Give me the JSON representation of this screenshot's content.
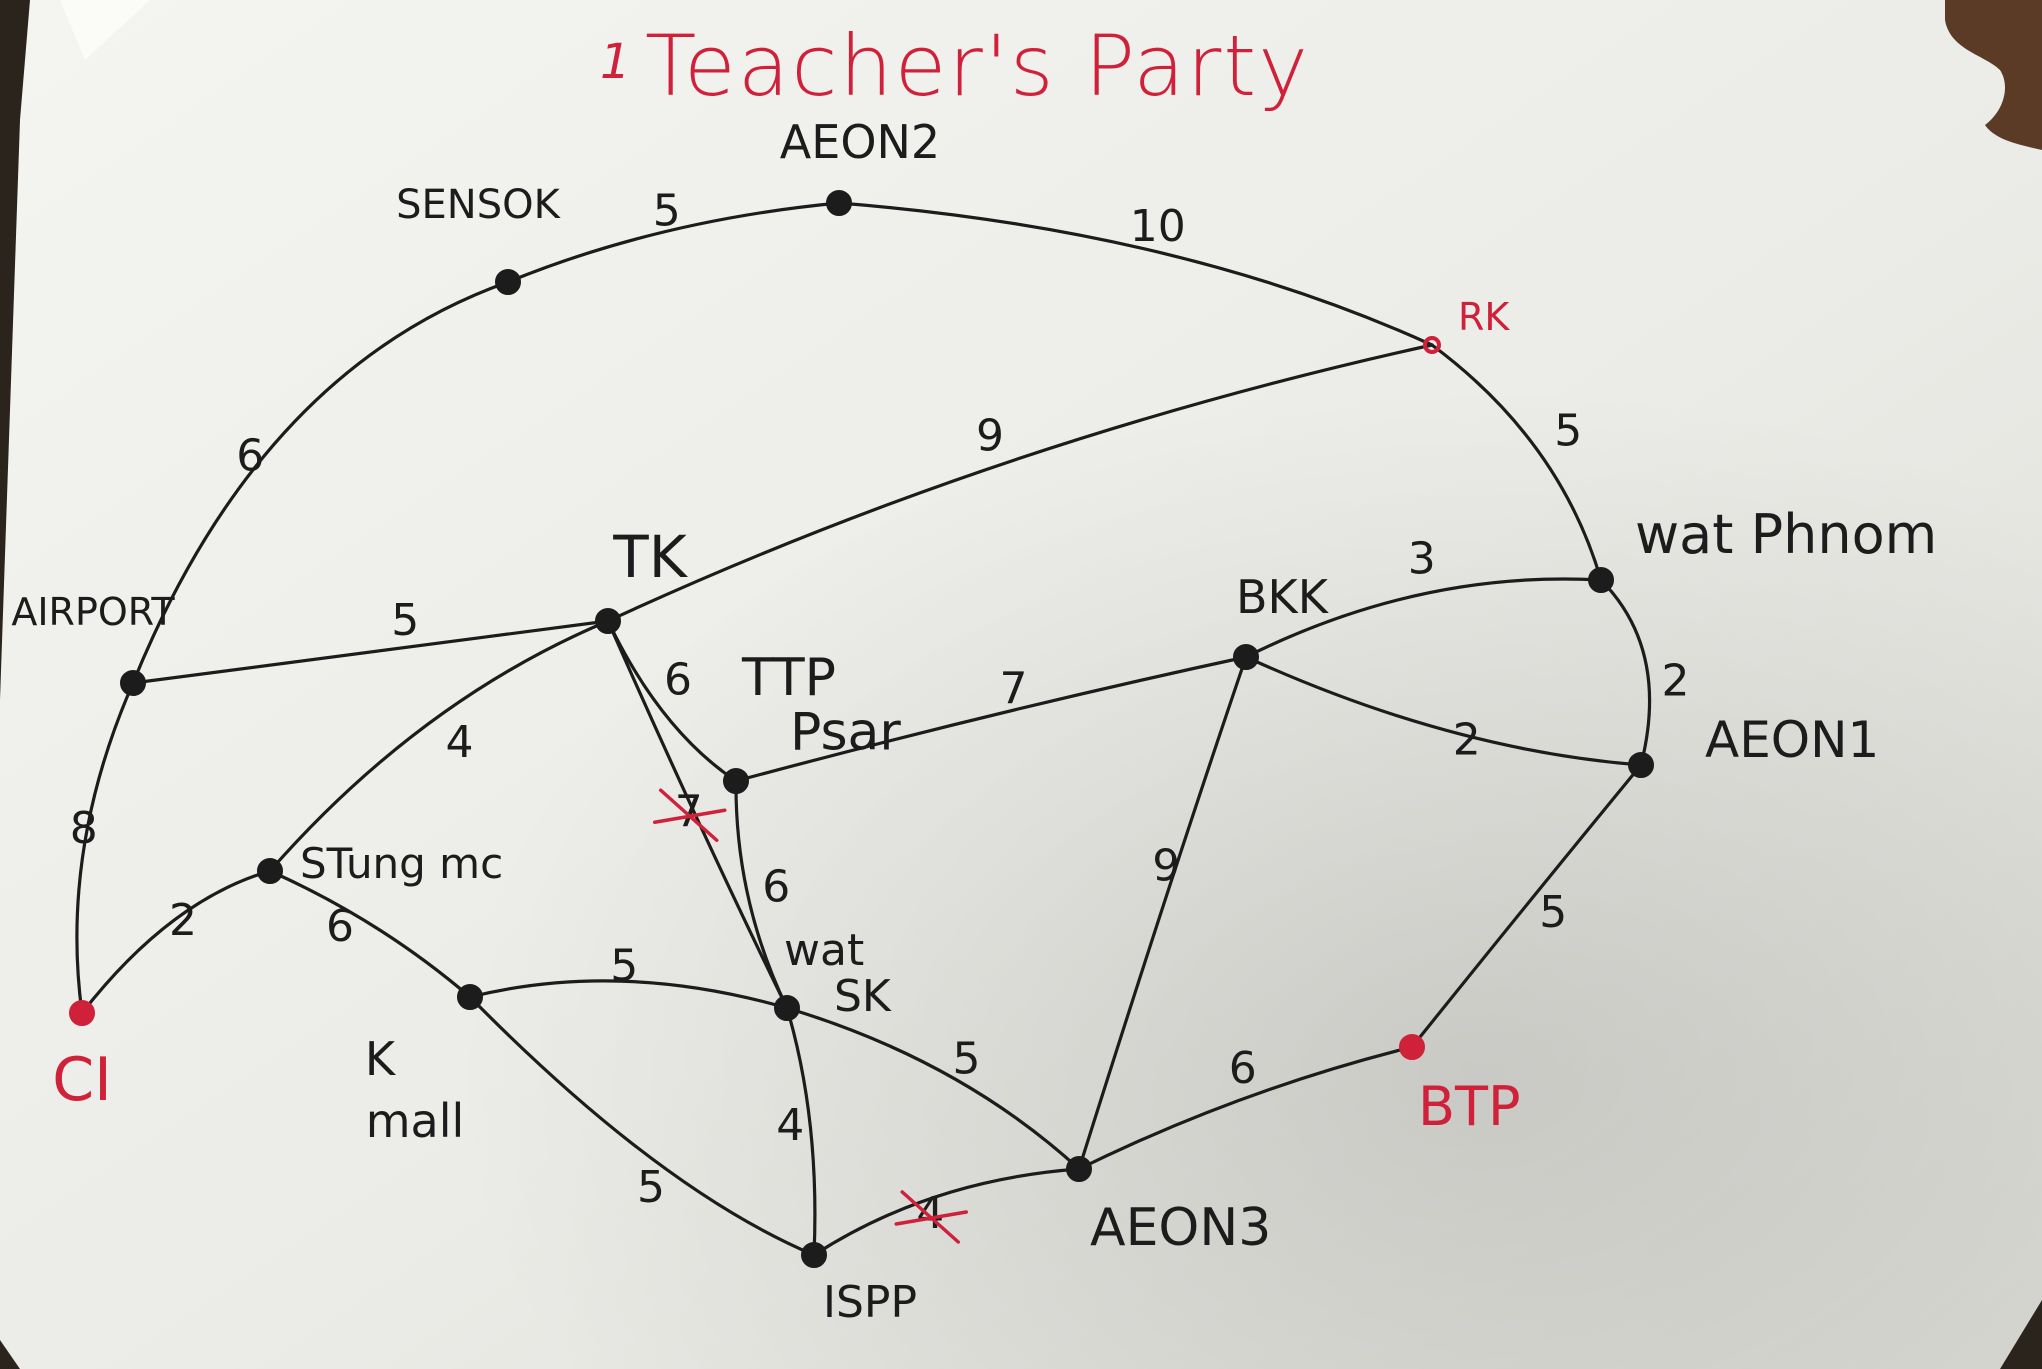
{
  "title": {
    "prefix": "1",
    "text": "Teacher's Party",
    "color": "#d0213a"
  },
  "colors": {
    "paper": "#efefec",
    "ink": "#1c1c1c",
    "red": "#d0213a",
    "background": "#2a241d"
  },
  "nodes": [
    {
      "id": "CI",
      "label": "CI",
      "color": "red"
    },
    {
      "id": "AIRPORT",
      "label": "AIRPORT",
      "color": "ink"
    },
    {
      "id": "SENSOK",
      "label": "SENSOK",
      "color": "ink"
    },
    {
      "id": "AEON2",
      "label": "AEON2",
      "color": "ink"
    },
    {
      "id": "RK",
      "label": "RK",
      "color": "red"
    },
    {
      "id": "TK",
      "label": "TK",
      "color": "ink"
    },
    {
      "id": "STUNGMC",
      "label": "STung mc",
      "color": "ink"
    },
    {
      "id": "KMALL",
      "label": "K mall",
      "color": "ink"
    },
    {
      "id": "TTPPSAR",
      "label": "TTP Psar",
      "color": "ink"
    },
    {
      "id": "WATSK",
      "label": "wat SK",
      "color": "ink"
    },
    {
      "id": "ISPP",
      "label": "ISPP",
      "color": "ink"
    },
    {
      "id": "AEON3",
      "label": "AEON3",
      "color": "ink"
    },
    {
      "id": "BKK",
      "label": "BKK",
      "color": "ink"
    },
    {
      "id": "WATPHNOM",
      "label": "wat Phnom",
      "color": "ink"
    },
    {
      "id": "AEON1",
      "label": "AEON1",
      "color": "ink"
    },
    {
      "id": "BTP",
      "label": "BTP",
      "color": "red"
    }
  ],
  "edges": [
    {
      "from": "AIRPORT",
      "to": "SENSOK",
      "weight": "6",
      "crossed": false
    },
    {
      "from": "SENSOK",
      "to": "AEON2",
      "weight": "5",
      "crossed": false
    },
    {
      "from": "AEON2",
      "to": "RK",
      "weight": "10",
      "crossed": false
    },
    {
      "from": "RK",
      "to": "WATPHNOM",
      "weight": "5",
      "crossed": false
    },
    {
      "from": "TK",
      "to": "RK",
      "weight": "9",
      "crossed": false
    },
    {
      "from": "AIRPORT",
      "to": "TK",
      "weight": "5",
      "crossed": false
    },
    {
      "from": "AIRPORT",
      "to": "CI",
      "weight": "8",
      "crossed": false
    },
    {
      "from": "CI",
      "to": "STUNGMC",
      "weight": "2",
      "crossed": false
    },
    {
      "from": "STUNGMC",
      "to": "TK",
      "weight": "4",
      "crossed": false
    },
    {
      "from": "STUNGMC",
      "to": "KMALL",
      "weight": "6",
      "crossed": false
    },
    {
      "from": "TK",
      "to": "TTPPSAR",
      "weight": "6",
      "crossed": false
    },
    {
      "from": "TK",
      "to": "WATSK",
      "weight": "7",
      "crossed": true
    },
    {
      "from": "TTPPSAR",
      "to": "BKK",
      "weight": "7",
      "crossed": false
    },
    {
      "from": "TTPPSAR",
      "to": "WATSK",
      "weight": "6",
      "crossed": false
    },
    {
      "from": "KMALL",
      "to": "WATSK",
      "weight": "5",
      "crossed": false
    },
    {
      "from": "KMALL",
      "to": "ISPP",
      "weight": "5",
      "crossed": false
    },
    {
      "from": "WATSK",
      "to": "ISPP",
      "weight": "4",
      "crossed": false
    },
    {
      "from": "WATSK",
      "to": "AEON3",
      "weight": "5",
      "crossed": false
    },
    {
      "from": "ISPP",
      "to": "AEON3",
      "weight": "4",
      "crossed": true
    },
    {
      "from": "BKK",
      "to": "AEON3",
      "weight": "9",
      "crossed": false
    },
    {
      "from": "BKK",
      "to": "WATPHNOM",
      "weight": "3",
      "crossed": false
    },
    {
      "from": "BKK",
      "to": "AEON1",
      "weight": "2",
      "crossed": false
    },
    {
      "from": "WATPHNOM",
      "to": "AEON1",
      "weight": "2",
      "crossed": false
    },
    {
      "from": "AEON1",
      "to": "BTP",
      "weight": "5",
      "crossed": false
    },
    {
      "from": "AEON3",
      "to": "BTP",
      "weight": "6",
      "crossed": false
    }
  ]
}
